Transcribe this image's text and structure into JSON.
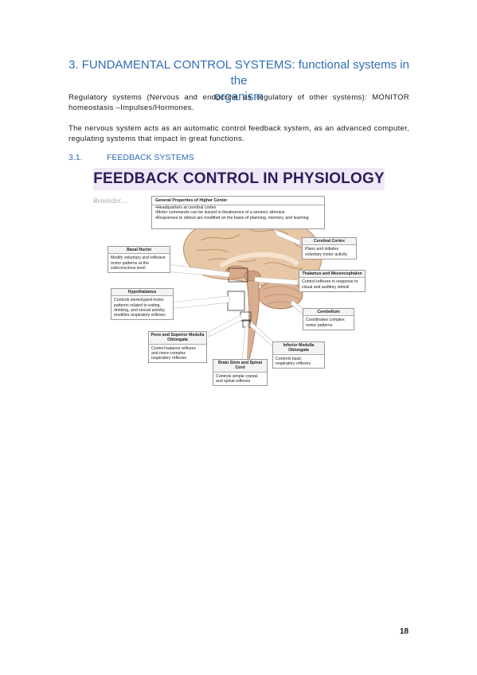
{
  "heading": {
    "line1": "3.  FUNDAMENTAL CONTROL SYSTEMS: functional systems in the",
    "line2": "organism"
  },
  "paragraphs": [
    "Regulatory systems (Nervous and endocrine as regulatory of other systems): MONITOR homeostasis –Impulses/Hormones.",
    "The nervous system acts as an automatic control feedback system, as an advanced computer, regulating systems that impact in great functions."
  ],
  "subheading": {
    "number": "3.1.",
    "title": "FEEDBACK SYSTEMS"
  },
  "figure": {
    "banner": "FEEDBACK CONTROL IN PHYSIOLOGY",
    "reminder": "Reminder…",
    "general": {
      "title": "General Properties of Higher Center",
      "items": [
        "•Headquarters at cerebral cortex",
        "•Motor commands can be issued in theabsence of a sensory stimulus",
        "•Responses to stimuli are modified on the basis of planning, memory, and learning"
      ]
    },
    "boxes": [
      {
        "title": "Cerebral Cortex",
        "body": "Plans and initiates voluntary motor activity"
      },
      {
        "title": "Basal Nuclei",
        "body": "Modify voluntary and reflexive motor patterns at the subconscious level"
      },
      {
        "title": "Thalamus and Mesencephalon",
        "body": "Control reflexes in response to visual and auditory stimuli"
      },
      {
        "title": "Hypothalamus",
        "body": "Controls stereotyped motor patterns related to eating, drinking, and sexual activity; modifies respiratory reflexes"
      },
      {
        "title": "Cerebellum",
        "body": "Coordinates complex motor patterns"
      },
      {
        "title": "Pons and Superior Medulla Oblongata",
        "body": "Control balance reflexes and more-complex respiratory reflexes"
      },
      {
        "title": "Inferior Medulla Oblongata",
        "body": "Controls basic respiratory reflexes"
      },
      {
        "title": "Brain Stem and Spinal Cord",
        "body": "Controls simple cranial and spinal reflexes"
      }
    ]
  },
  "page_number": "18"
}
